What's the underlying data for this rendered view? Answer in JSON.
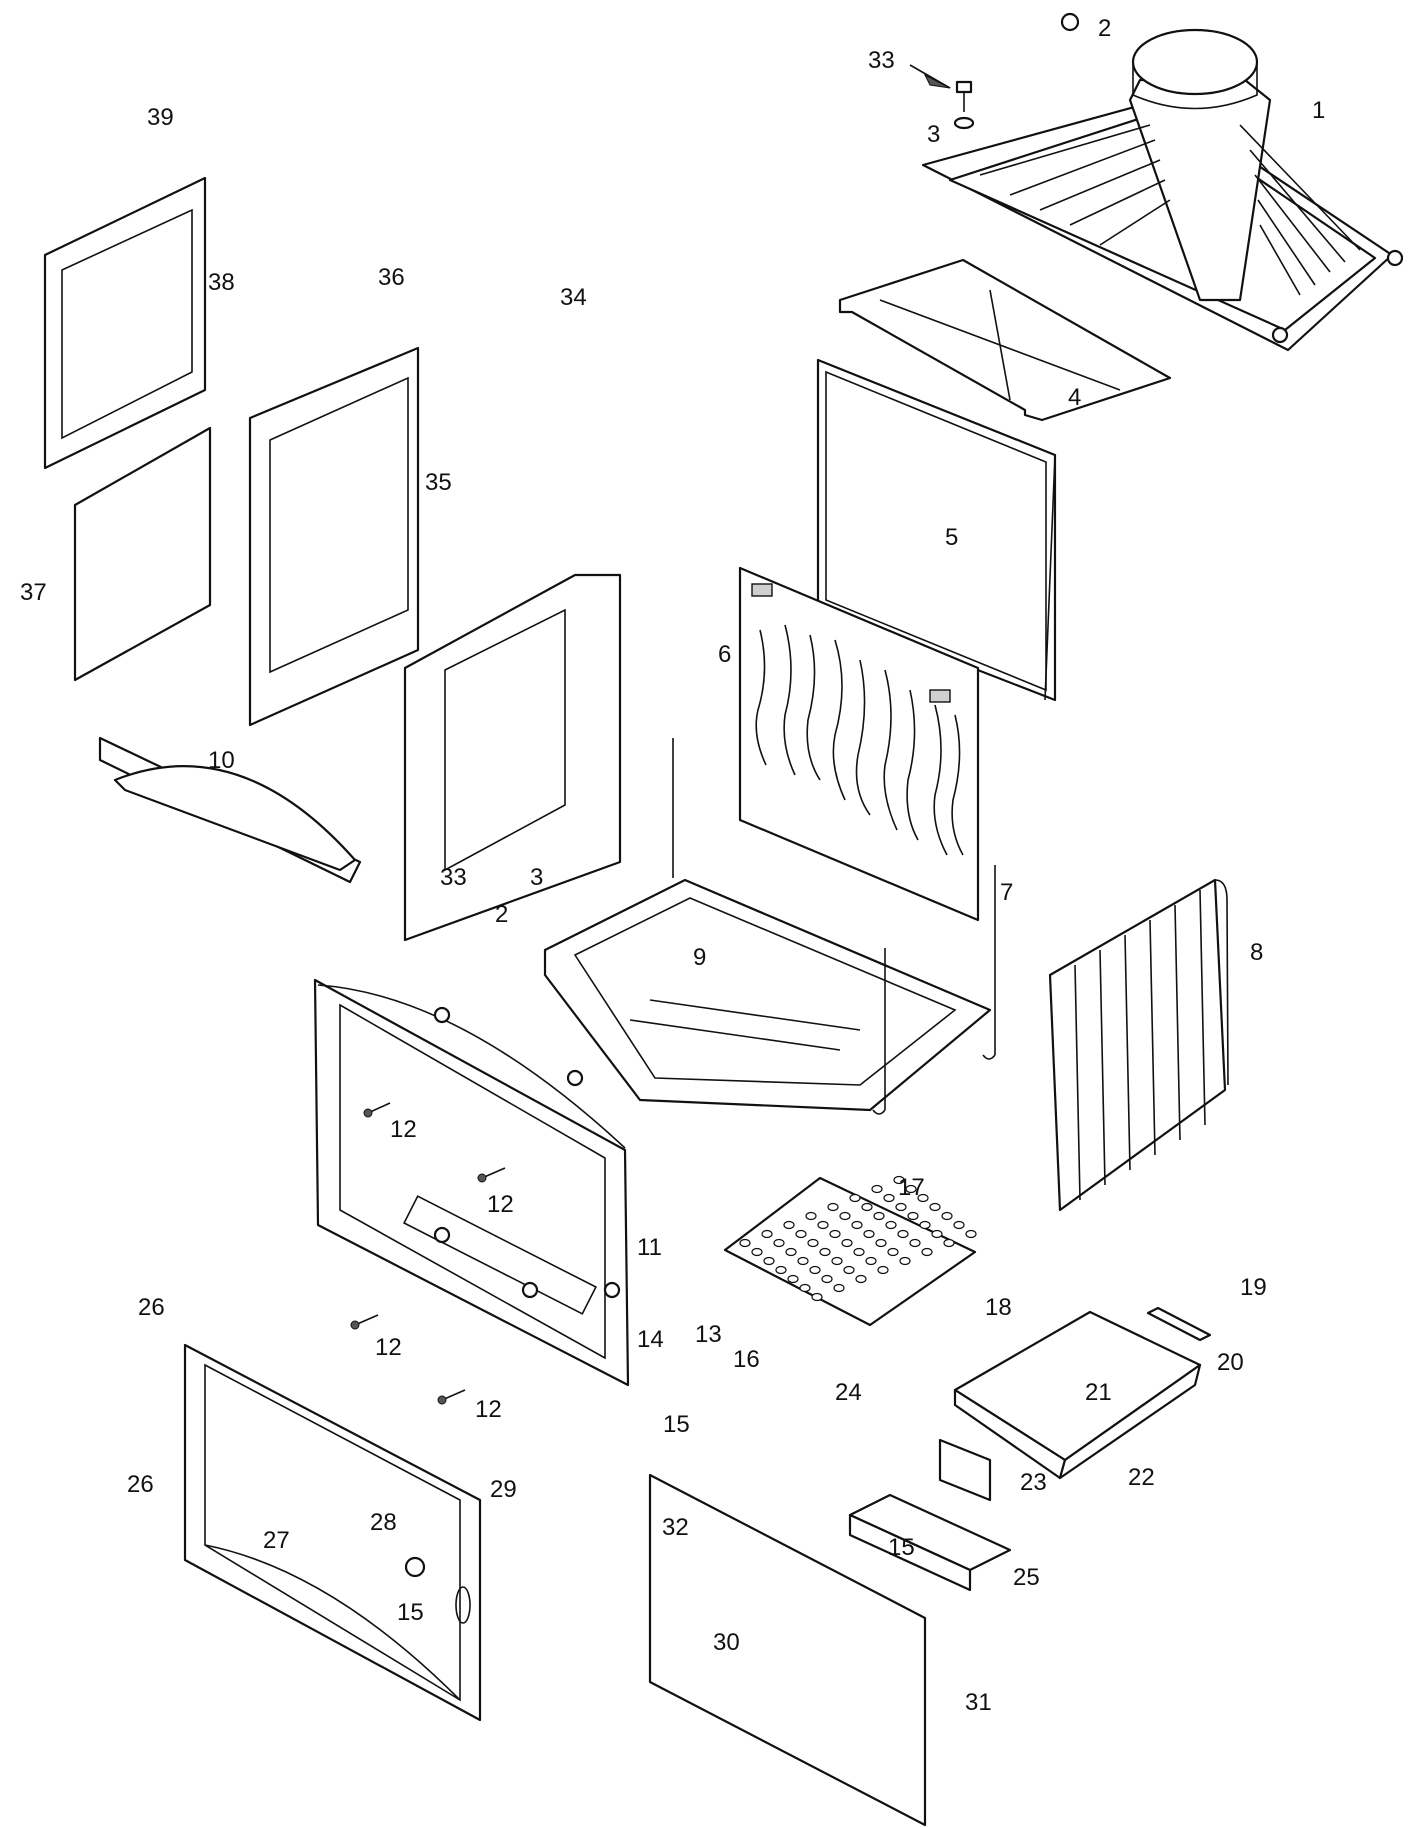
{
  "diagram": {
    "labels": {
      "p1": "1",
      "p2a": "2",
      "p2b": "2",
      "p3a": "3",
      "p3b": "3",
      "p4": "4",
      "p5": "5",
      "p6": "6",
      "p7": "7",
      "p8": "8",
      "p9": "9",
      "p10": "10",
      "p11": "11",
      "p12a": "12",
      "p12b": "12",
      "p12c": "12",
      "p12d": "12",
      "p13": "13",
      "p14": "14",
      "p15a": "15",
      "p15b": "15",
      "p15c": "15",
      "p16": "16",
      "p17": "17",
      "p18": "18",
      "p19": "19",
      "p20": "20",
      "p21": "21",
      "p22": "22",
      "p23": "23",
      "p24": "24",
      "p25": "25",
      "p26a": "26",
      "p26b": "26",
      "p27": "27",
      "p28": "28",
      "p29": "29",
      "p30": "30",
      "p31": "31",
      "p32": "32",
      "p33a": "33",
      "p33b": "33",
      "p34": "34",
      "p35": "35",
      "p36": "36",
      "p37": "37",
      "p38": "38",
      "p39": "39"
    }
  }
}
